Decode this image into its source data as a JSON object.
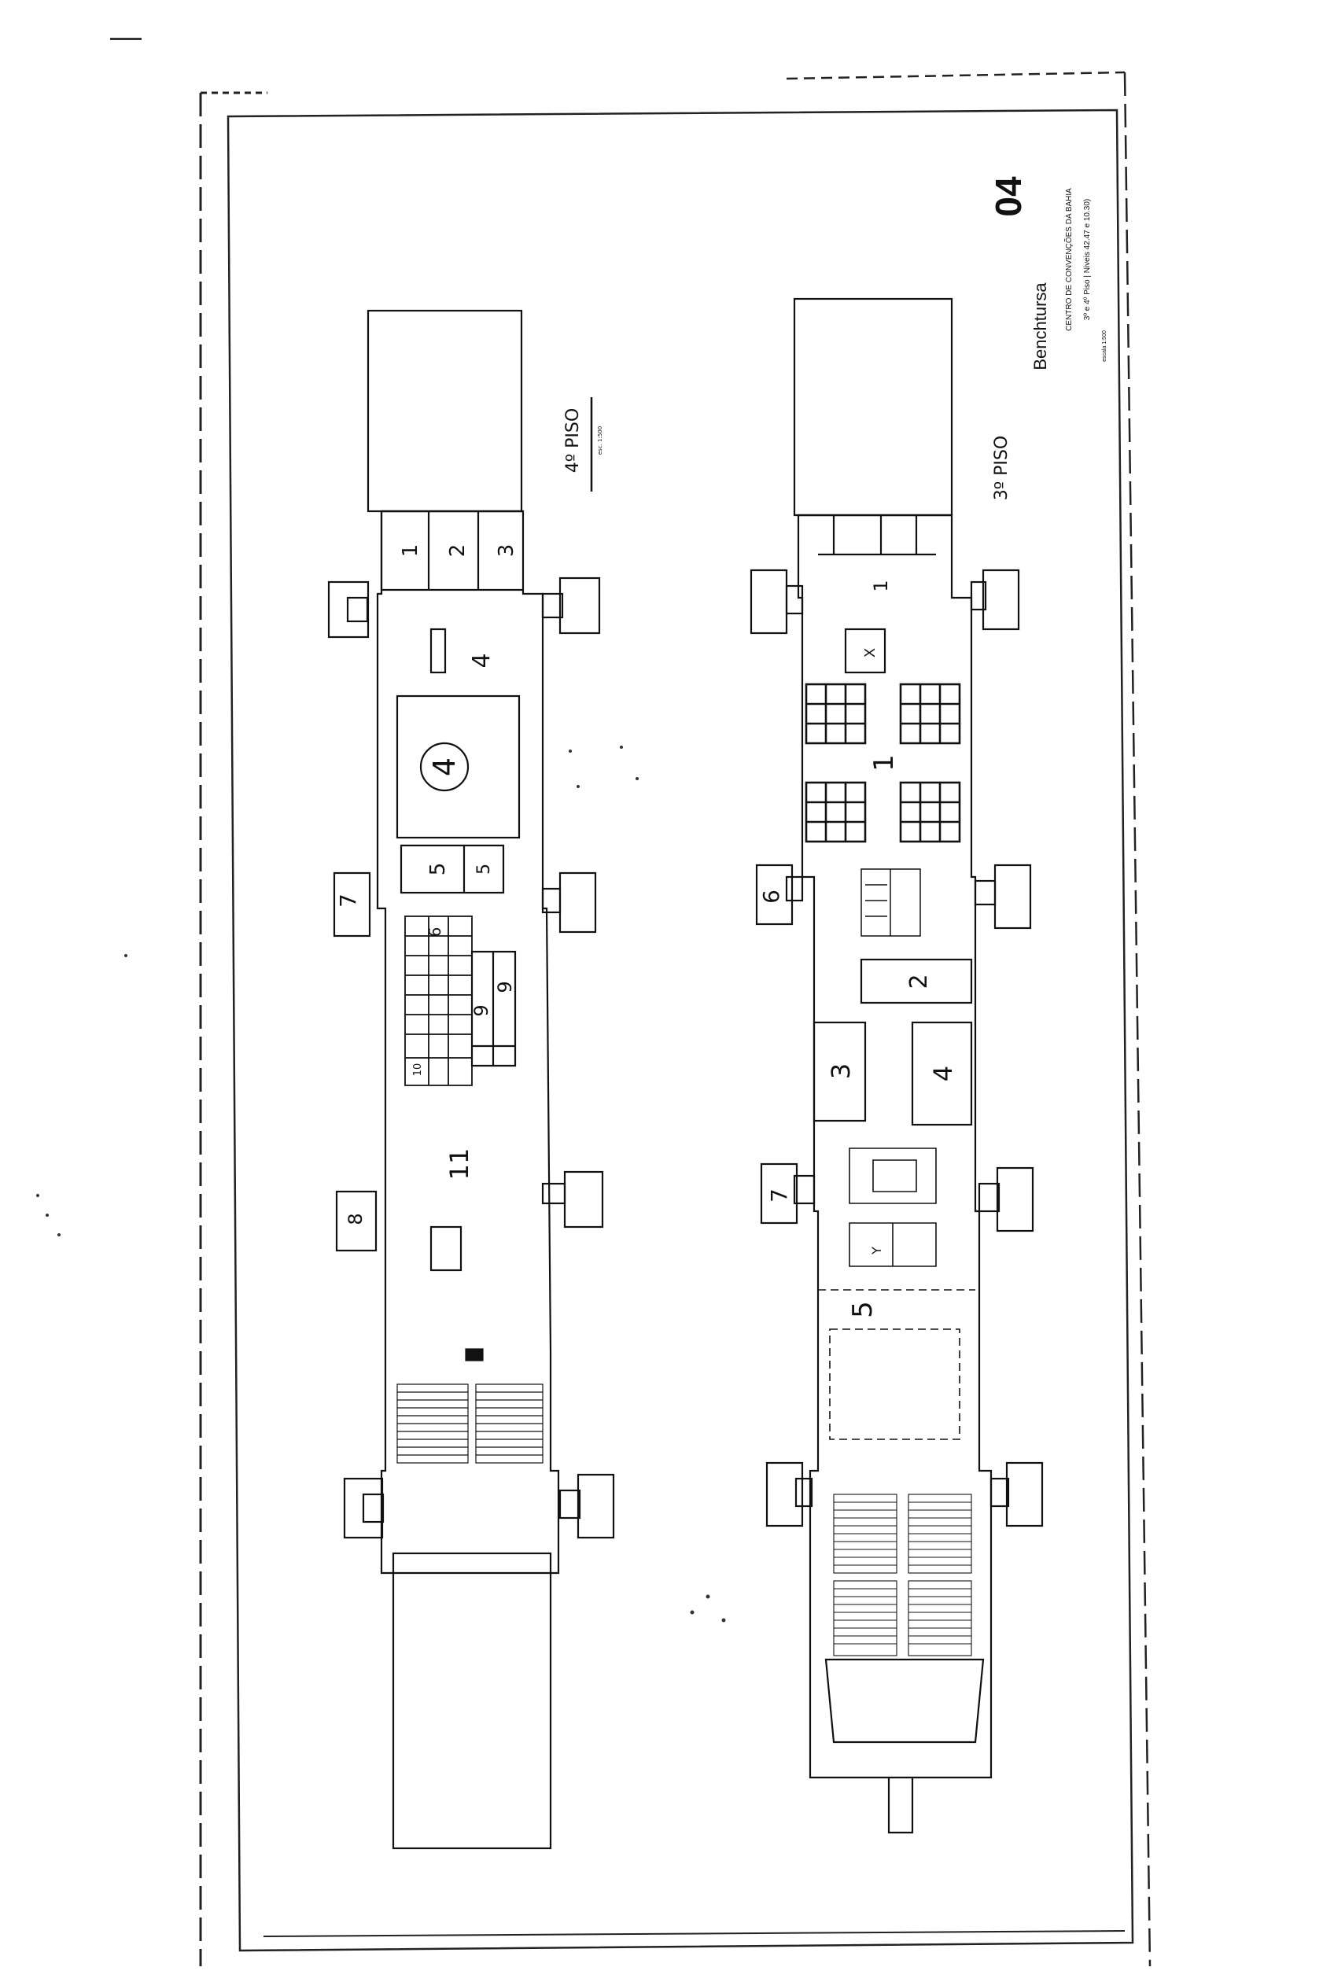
{
  "sheet": {
    "number": "04",
    "title": "Benchtursa",
    "subtitle": "CENTRO DE CONVENÇÕES DA BAHIA",
    "detail": "3º e 4º Piso | Niveis 42.47 e 10.30)",
    "scale": "escala 1:500"
  },
  "floor_4": {
    "name": "4º PISO",
    "sublabel": "esc. 1:500",
    "rooms": [
      "1",
      "2",
      "3",
      "4",
      "4",
      "5",
      "5",
      "6",
      "7",
      "8",
      "9",
      "9",
      "10",
      "11"
    ]
  },
  "floor_3": {
    "name": "3º PISO",
    "rooms": [
      "1",
      "2",
      "3",
      "4",
      "5",
      "6",
      "7",
      "1",
      "X",
      "Y"
    ]
  }
}
